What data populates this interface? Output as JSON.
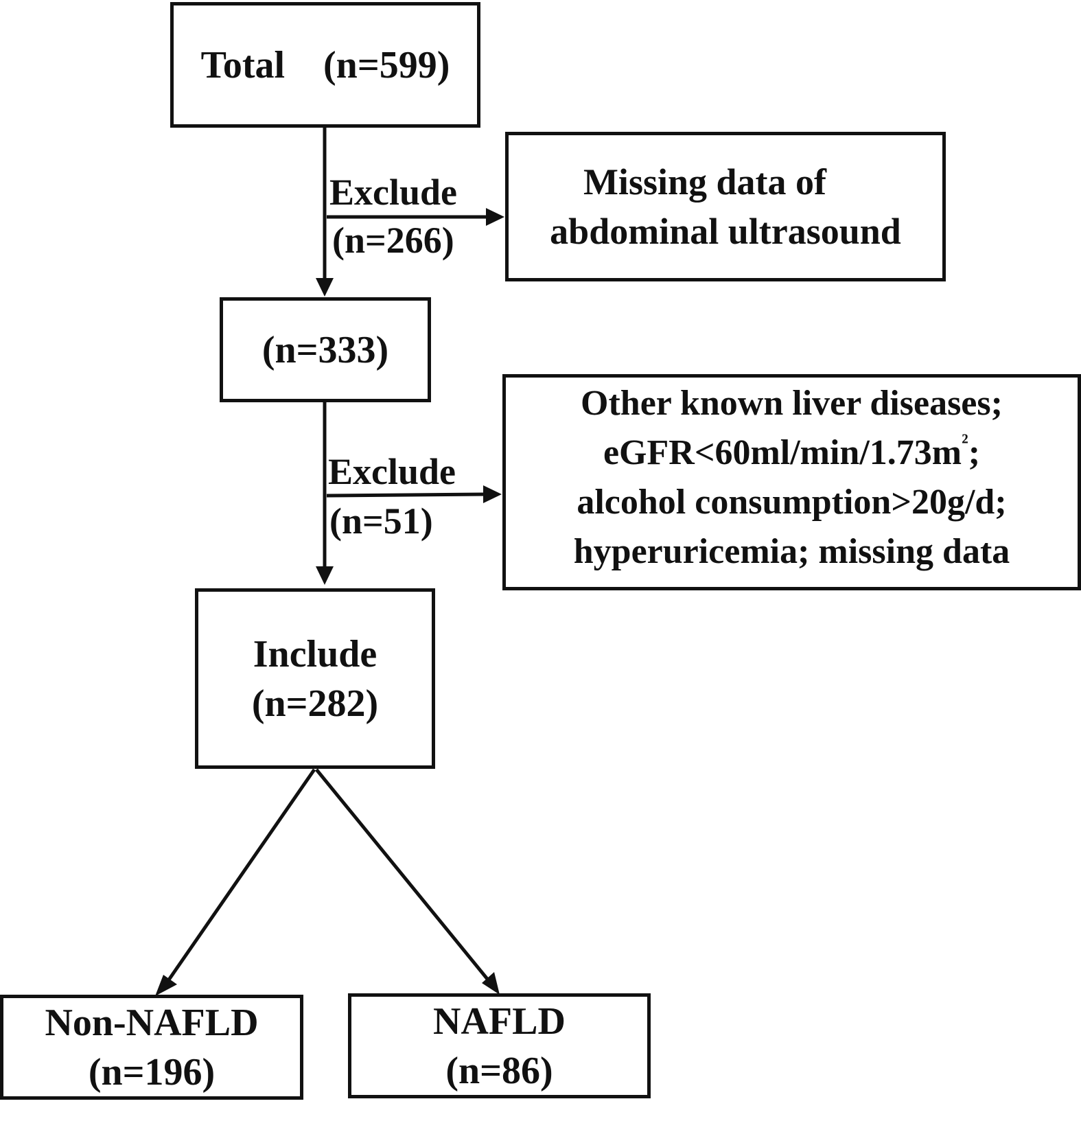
{
  "nodes": {
    "total": {
      "text": "Total    (n=599)"
    },
    "excluded_1": {
      "lines": [
        "Missing data of",
        "abdominal ultrasound"
      ]
    },
    "after_first": {
      "text": "(n=333)"
    },
    "excluded_2": {
      "lines": [
        "Other known liver diseases;",
        "eGFR<60ml/min/1.73m",
        "²",
        ";",
        "alcohol consumption>20g/d;",
        "hyperuricemia; missing data"
      ]
    },
    "include": {
      "lines": [
        "Include",
        "(n=282)"
      ]
    },
    "non_nafld": {
      "lines": [
        "Non-NAFLD",
        "(n=196)"
      ]
    },
    "nafld": {
      "lines": [
        "NAFLD",
        "(n=86)"
      ]
    }
  },
  "edge_labels": {
    "exclude_1": {
      "lines": [
        "Exclude",
        "(n=266)"
      ]
    },
    "exclude_2": {
      "lines": [
        "Exclude",
        "(n=51)"
      ]
    }
  },
  "colors": {
    "stroke": "#111111",
    "background": "#ffffff"
  }
}
